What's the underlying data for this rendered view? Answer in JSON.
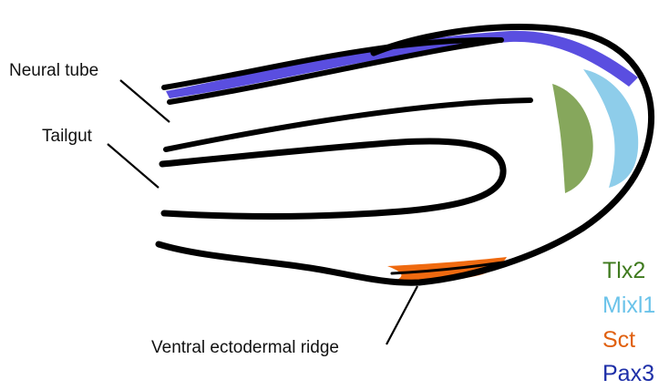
{
  "labels": {
    "neural_tube": "Neural tube",
    "tailgut": "Tailgut",
    "ventral_ridge": "Ventral ectodermal ridge"
  },
  "legend": [
    {
      "label": "Tlx2",
      "color": "#3f7a1e"
    },
    {
      "label": "Mixl1",
      "color": "#6bc3ea"
    },
    {
      "label": "Sct",
      "color": "#e0600f"
    },
    {
      "label": "Pax3",
      "color": "#1e2fa8"
    }
  ],
  "colors": {
    "outline": "#000000",
    "tlx2_region": "#86a75c",
    "mixl1_region": "#8ecdea",
    "sct_region": "#ef6a10",
    "pax3_region": "#5a4ee0"
  }
}
